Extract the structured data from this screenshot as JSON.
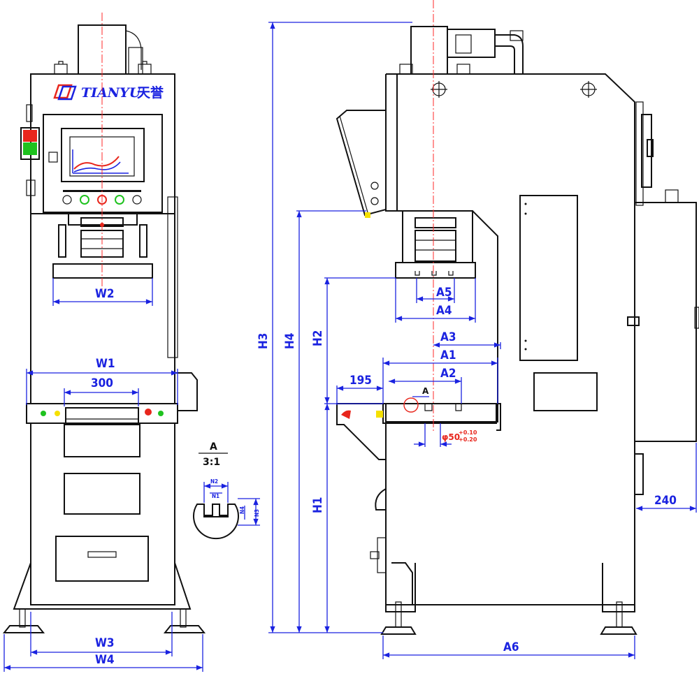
{
  "brand": {
    "name": "TIANYU",
    "chinese": "天誉"
  },
  "front_view": {
    "dims": {
      "w1": "W1",
      "w2": "W2",
      "w3": "W3",
      "w4": "W4",
      "span": "300"
    }
  },
  "side_view": {
    "dims": {
      "h1": "H1",
      "h2": "H2",
      "h3": "H3",
      "h4": "H4",
      "a1": "A1",
      "a2": "A2",
      "a3": "A3",
      "a4": "A4",
      "a5": "A5",
      "a6": "A6",
      "d195": "195",
      "d240": "240",
      "bore": "φ50",
      "tol_top": "+0.10",
      "tol_bot": "+0.20",
      "detail_callout": "A"
    }
  },
  "detail": {
    "title": "A",
    "scale": "3:1",
    "n1": "N1",
    "n2": "N2",
    "n3": "N3",
    "n4": "N4"
  },
  "colors": {
    "dimension": "#1a22e0",
    "centerline": "#ff2a2a",
    "accent_red": "#e8261c",
    "indicator_green": "#1fc21f",
    "indicator_yellow": "#f5e000"
  }
}
